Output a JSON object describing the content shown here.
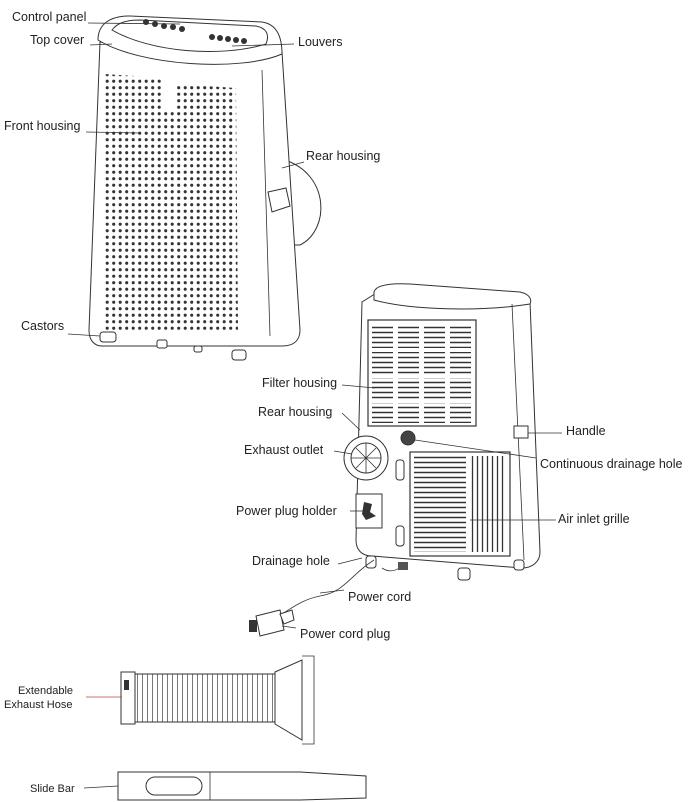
{
  "labels": {
    "control_panel": "Control panel",
    "top_cover": "Top cover",
    "louvers": "Louvers",
    "front_housing": "Front housing",
    "rear_housing_front": "Rear housing",
    "castors": "Castors",
    "filter_housing": "Filter housing",
    "rear_housing_back": "Rear housing",
    "handle": "Handle",
    "exhaust_outlet": "Exhaust outlet",
    "continuous_drainage_hole": "Continuous drainage hole",
    "power_plug_holder": "Power plug holder",
    "air_inlet_grille": "Air inlet grille",
    "drainage_hole": "Drainage hole",
    "power_cord": "Power cord",
    "power_cord_plug": "Power cord plug",
    "extendable_exhaust_hose_1": "Extendable",
    "extendable_exhaust_hose_2": "Exhaust Hose",
    "slide_bar": "Slide Bar"
  }
}
